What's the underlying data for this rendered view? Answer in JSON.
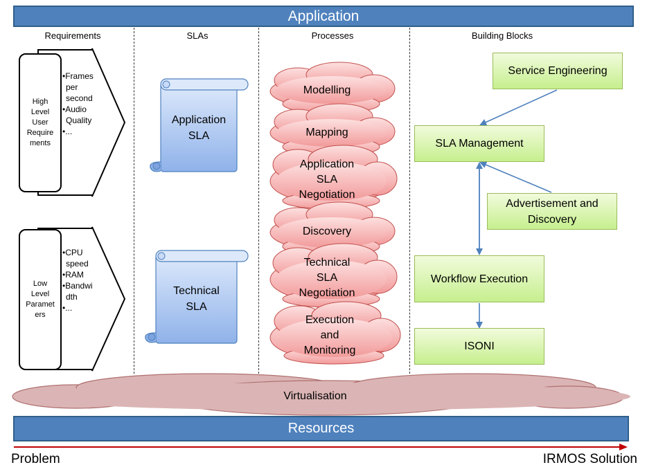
{
  "header": {
    "title": "Application"
  },
  "footer_bar": {
    "title": "Resources"
  },
  "columns": {
    "requirements": "Requirements",
    "slas": "SLAs",
    "processes": "Processes",
    "building_blocks": "Building Blocks"
  },
  "requirements": {
    "high_level": {
      "label_lines": [
        "High",
        "Level",
        "User",
        "Require",
        "ments"
      ],
      "bullets": [
        "•Frames",
        "per",
        "second",
        "•Audio",
        "Quality",
        "•..."
      ]
    },
    "low_level": {
      "label_lines": [
        "Low",
        "Level",
        "Paramet",
        "ers"
      ],
      "bullets": [
        "•CPU",
        "speed",
        "•RAM",
        "•Bandwi",
        "dth",
        "•..."
      ]
    }
  },
  "slas": {
    "application": {
      "line1": "Application",
      "line2": "SLA"
    },
    "technical": {
      "line1": "Technical",
      "line2": "SLA"
    }
  },
  "processes": {
    "modelling": "Modelling",
    "mapping": "Mapping",
    "app_negotiation": [
      "Application",
      "SLA",
      "Negotiation"
    ],
    "discovery": "Discovery",
    "tech_negotiation": [
      "Technical",
      "SLA",
      "Negotiation"
    ],
    "execution": [
      "Execution",
      "and",
      "Monitoring"
    ]
  },
  "building_blocks": {
    "service_engineering": "Service Engineering",
    "sla_management": "SLA Management",
    "advertisement": [
      "Advertisement and",
      "Discovery"
    ],
    "workflow": "Workflow Execution",
    "isoni": "ISONI"
  },
  "virtualisation": "Virtualisation",
  "axis": {
    "left": "Problem",
    "right": "IRMOS Solution"
  },
  "colors": {
    "bar": "#4f81bd",
    "scroll": "#a8c5f0",
    "cloud": "#f5a6a6",
    "virtualisation": "#dbb5b5",
    "green": "#c6ef8e",
    "arrow": "#4f81bd",
    "axis_arrow": "#c00000"
  }
}
